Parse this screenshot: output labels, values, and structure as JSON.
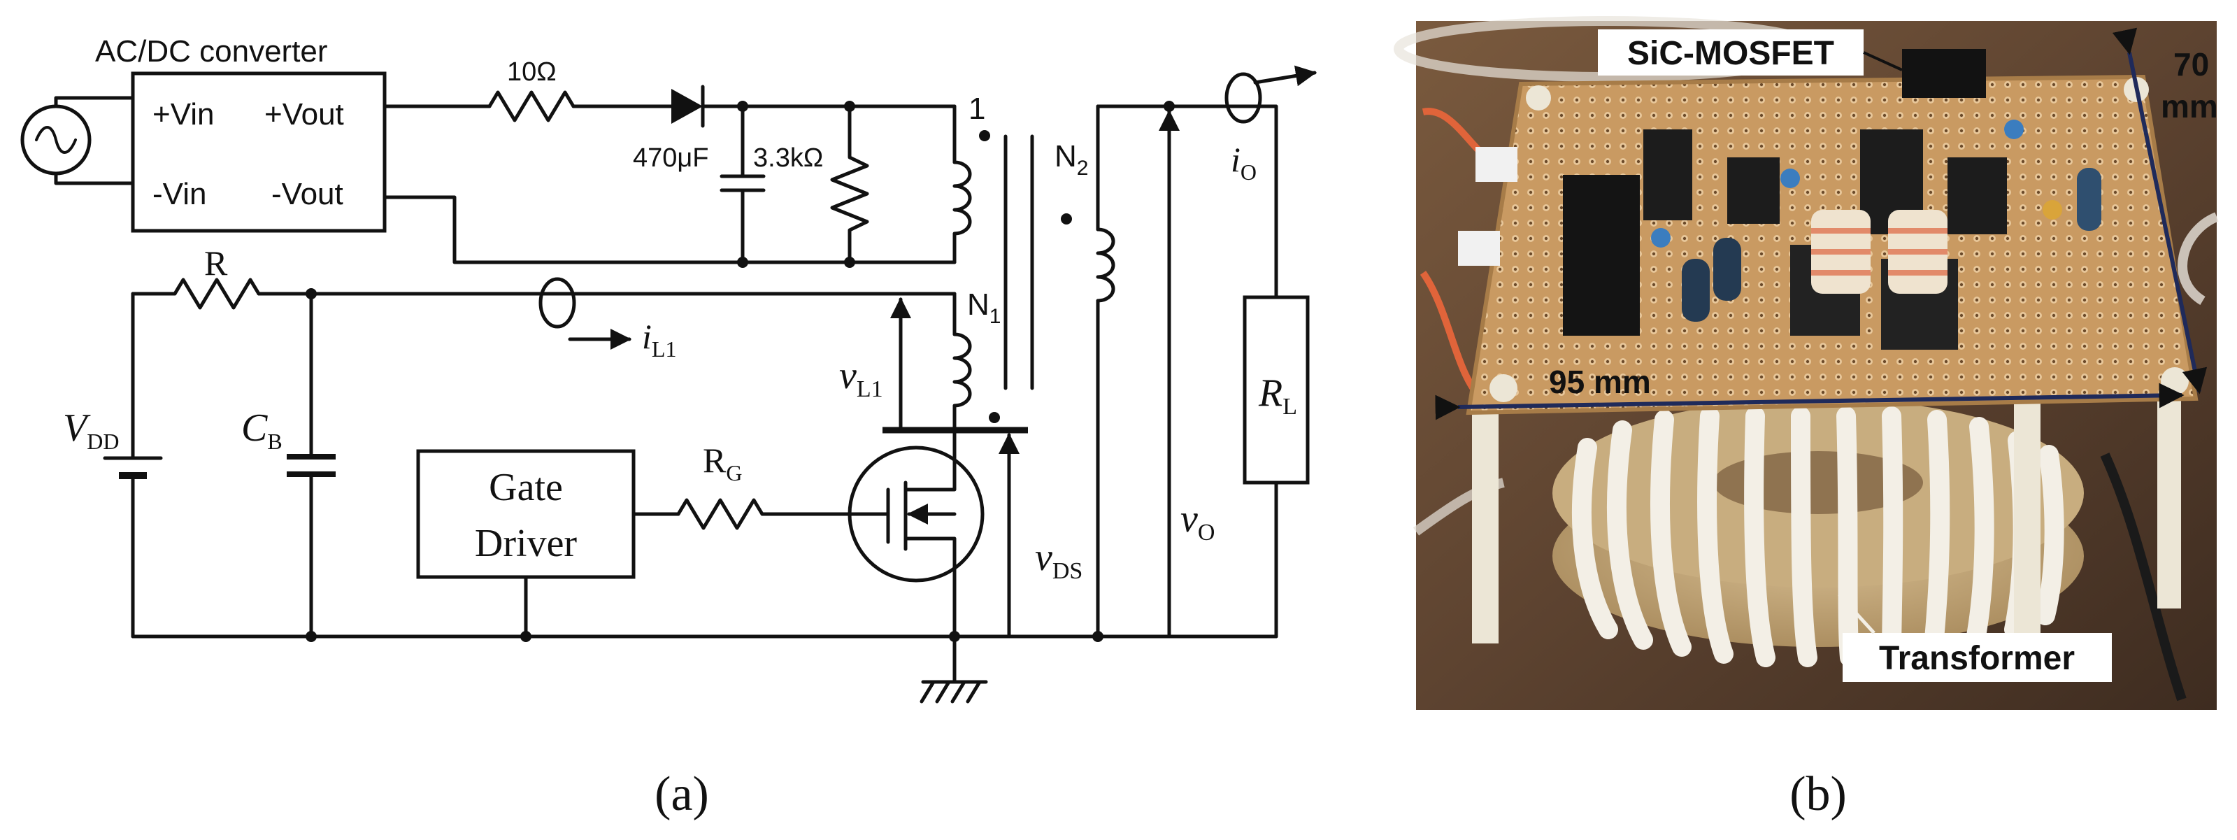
{
  "circuit": {
    "converter_title": "AC/DC converter",
    "plus_vin": "+Vin",
    "minus_vin": "-Vin",
    "plus_vout": "+Vout",
    "minus_vout": "-Vout",
    "r_series": "10Ω",
    "cap": "470μF",
    "r_bleed": "3.3kΩ",
    "primary_tap": "1",
    "n1": "N",
    "n1_sub": "1",
    "n2": "N",
    "n2_sub": "2",
    "r_top": "R",
    "vdd": "V",
    "vdd_sub": "DD",
    "cb": "C",
    "cb_sub": "B",
    "il1": "i",
    "il1_sub": "L1",
    "vl1": "v",
    "vl1_sub": "L1",
    "gate_driver_line1": "Gate",
    "gate_driver_line2": "Driver",
    "rg": "R",
    "rg_sub": "G",
    "vds": "v",
    "vds_sub": "DS",
    "vo": "v",
    "vo_sub": "O",
    "io": "i",
    "io_sub": "O",
    "rl": "R",
    "rl_sub": "L",
    "panel_label": "(a)"
  },
  "photo": {
    "sic_label": "SiC-MOSFET",
    "transformer_label": "Transformer",
    "width_label": "95 mm",
    "depth_label_line1": "70",
    "depth_label_line2": "mm",
    "panel_label": "(b)"
  }
}
